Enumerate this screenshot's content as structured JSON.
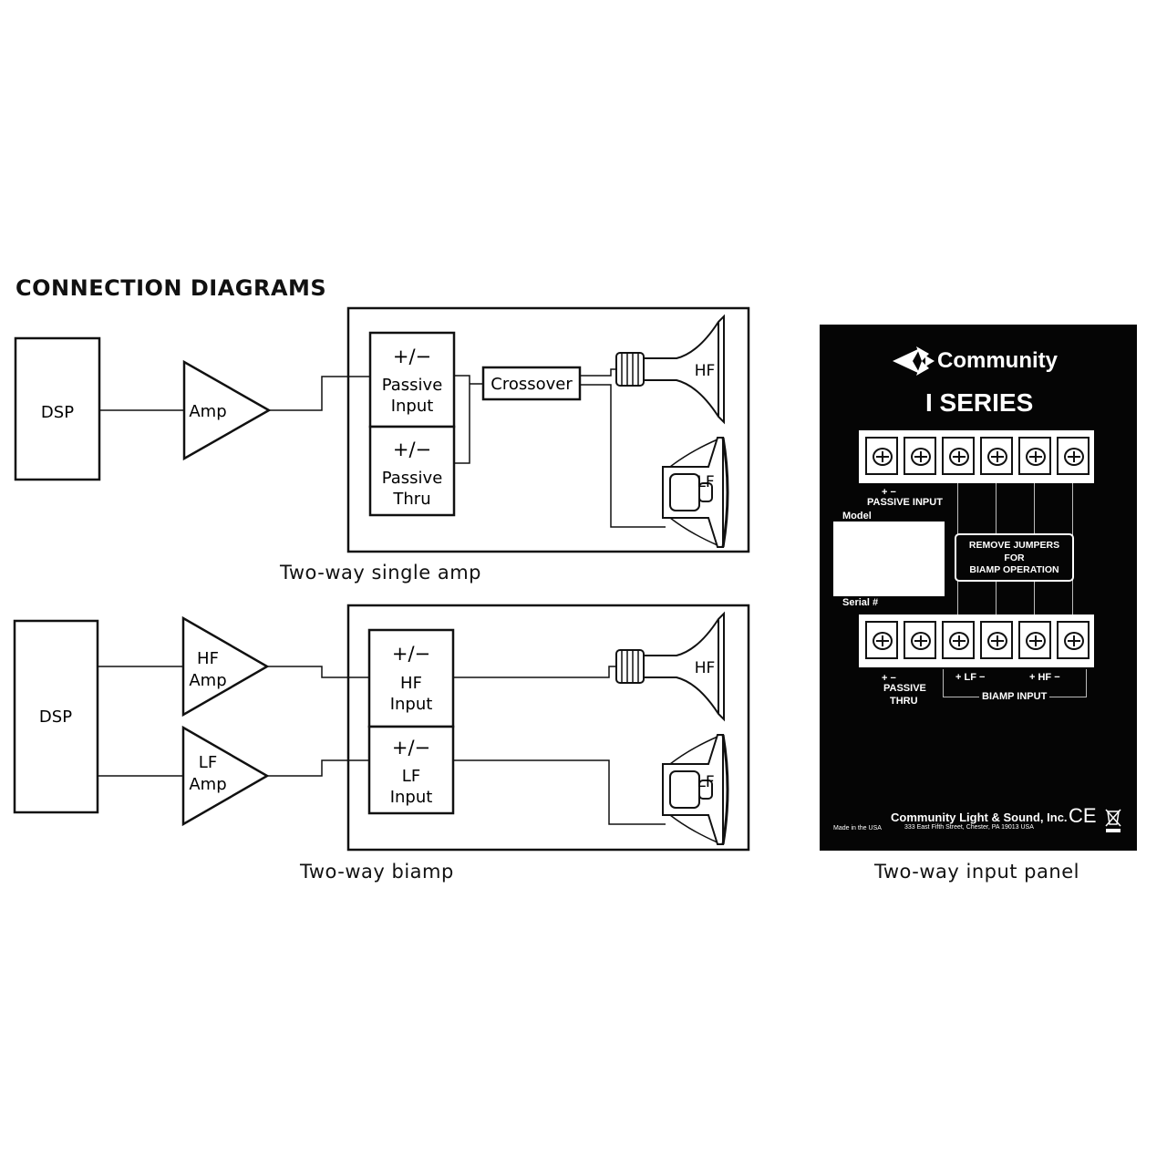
{
  "title": "CONNECTION DIAGRAMS",
  "diagram1": {
    "dsp": "DSP",
    "amp": "Amp",
    "passive_input": {
      "sign": "+/−",
      "line1": "Passive",
      "line2": "Input"
    },
    "passive_thru": {
      "sign": "+/−",
      "line1": "Passive",
      "line2": "Thru"
    },
    "crossover": "Crossover",
    "hf": "HF",
    "lf": "LF",
    "caption": "Two-way single amp"
  },
  "diagram2": {
    "dsp": "DSP",
    "hf_amp": {
      "line1": "HF",
      "line2": "Amp"
    },
    "lf_amp": {
      "line1": "LF",
      "line2": "Amp"
    },
    "hf_input": {
      "sign": "+/−",
      "line1": "HF",
      "line2": "Input"
    },
    "lf_input": {
      "sign": "+/−",
      "line1": "LF",
      "line2": "Input"
    },
    "hf": "HF",
    "lf": "LF",
    "caption": "Two-way biamp"
  },
  "panel": {
    "brand": "Community",
    "series": "I SERIES",
    "passive_input_signs": "+     −",
    "passive_input": "PASSIVE INPUT",
    "model": "Model",
    "serial": "Serial #",
    "jumper_line1": "REMOVE JUMPERS",
    "jumper_line2": "FOR",
    "jumper_line3": "BIAMP OPERATION",
    "passive_thru_signs": "+     −",
    "passive_thru_line1": "PASSIVE",
    "passive_thru_line2": "THRU",
    "lf_label": "+  LF  −",
    "hf_label": "+  HF  −",
    "biamp_input": "BIAMP INPUT",
    "company": "Community Light & Sound, Inc.",
    "made_in": "Made in the USA",
    "address": "333 East Fifth Street, Chester, PA 19013 USA",
    "ce": "CE",
    "caption": "Two-way input panel"
  }
}
